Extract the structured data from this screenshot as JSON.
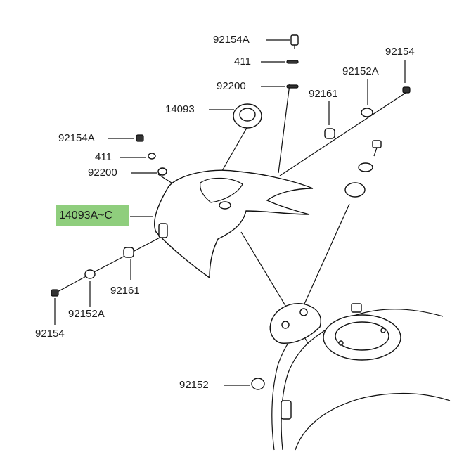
{
  "diagram": {
    "highlight_color": "#8fce7d",
    "labels": {
      "bolt_92154A_top": "92154A",
      "pin_411_top": "411",
      "washer_92200_top": "92200",
      "cap_14093": "14093",
      "bolt_92154_right": "92154",
      "collar_92152A_right": "92152A",
      "grommet_92161_right": "92161",
      "bolt_92154A_left": "92154A",
      "pin_411_left": "411",
      "washer_92200_left": "92200",
      "cover_14093A_C": "14093A~C",
      "grommet_92161_bottom": "92161",
      "collar_92152A_bottom": "92152A",
      "bolt_92154_bottom": "92154",
      "grommet_92152": "92152"
    }
  }
}
